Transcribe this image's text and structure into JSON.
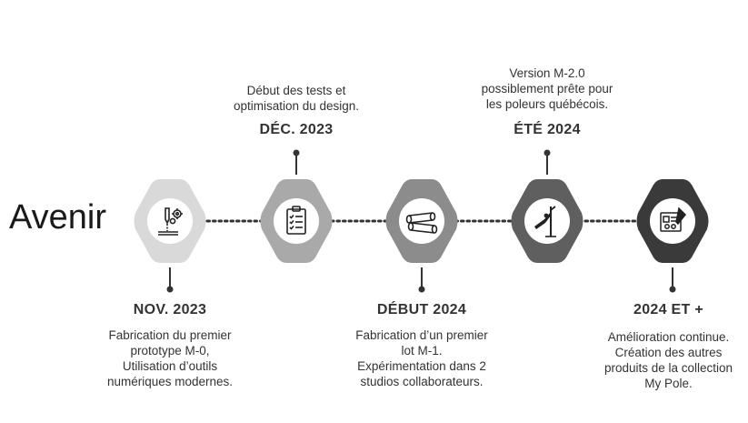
{
  "title": "Avenir",
  "colors": {
    "hex_1": "#d9d9d9",
    "hex_2": "#a9a9a9",
    "hex_3": "#8c8c8c",
    "hex_4": "#5f5f5f",
    "hex_5": "#3a3a3a",
    "line": "#333333"
  },
  "milestones": [
    {
      "date": "NOV. 2023",
      "lines": [
        "Fabrication du premier",
        "prototype M-0,",
        "Utilisation d’outils",
        "numériques modernes."
      ],
      "icon": "laser-cutting-gears-icon"
    },
    {
      "date": "DÉC. 2023",
      "lines": [
        "Début des tests et",
        "optimisation du design."
      ],
      "icon": "clipboard-checklist-icon"
    },
    {
      "date": "DÉBUT 2024",
      "lines": [
        "Fabrication d’un premier",
        "lot M-1.",
        "Expérimentation dans 2",
        "studios collaborateurs."
      ],
      "icon": "metal-tubes-icon"
    },
    {
      "date": "ÉTÉ 2024",
      "lines": [
        "Version M-2.0",
        "possiblement prête pour",
        "les poleurs québécois."
      ],
      "icon": "pole-dancer-icon"
    },
    {
      "date": "2024 ET +",
      "lines": [
        "Amélioration continue.",
        "Création des autres",
        "produits de la collection",
        "My Pole."
      ],
      "icon": "blueprint-design-icon"
    }
  ]
}
